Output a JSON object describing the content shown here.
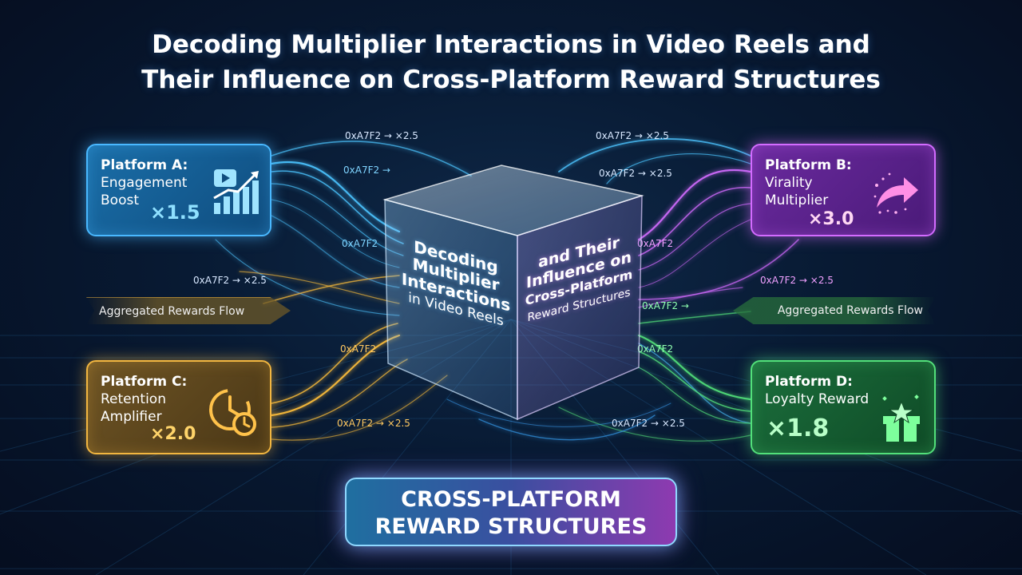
{
  "title": {
    "line1": "Decoding Multiplier Interactions in Video Reels and",
    "line2": "Their Influence on Cross-Platform Reward Structures"
  },
  "platforms": {
    "a": {
      "name": "Platform A:",
      "line1": "Engagement",
      "line2": "Boost",
      "multiplier": "×1.5",
      "icon": "video-growth-chart-icon",
      "color": "#49b8ff"
    },
    "b": {
      "name": "Platform B:",
      "line1": "Virality",
      "line2": "Multiplier",
      "multiplier": "×3.0",
      "icon": "share-arrow-icon",
      "color": "#d36bff"
    },
    "c": {
      "name": "Platform C:",
      "line1": "Retention",
      "line2": "Amplifier",
      "multiplier": "×2.0",
      "icon": "clock-timer-icon",
      "color": "#f2b640"
    },
    "d": {
      "name": "Platform D:",
      "line1": "Loyalty Reward",
      "multiplier": "×1.8",
      "icon": "gift-star-icon",
      "color": "#52e07a"
    }
  },
  "flows": {
    "left": "Aggregated Rewards Flow",
    "right": "Aggregated Rewards Flow"
  },
  "codes": {
    "c1": "0xA7F2 → ×2.5",
    "c2": "0xA7F2 →",
    "c3": "0xA7F2",
    "c4": "0xA7F2 → ×2.5",
    "c5": "0xA7F2",
    "c6": "0xA7F2 → ×2.5",
    "c7": "0xA7F2 → ×2.5",
    "c8": "0xA7F2 → ×2.5",
    "c9": "0xA7F2",
    "c10": "0xA7F2 → ×2.5",
    "c11": "0xA7F2 →",
    "c12": "0xA7F2",
    "c13": "0xA7F2 → ×2.5"
  },
  "cube": {
    "left_line1": "Decoding",
    "left_line2": "Multiplier",
    "left_line3": "Interactions",
    "left_line4": "in Video Reels",
    "right_line1": "and Their",
    "right_line2": "Influence on",
    "right_line3": "Cross-Platform",
    "right_line4": "Reward Structures"
  },
  "footer": {
    "line1": "CROSS-PLATFORM",
    "line2": "REWARD STRUCTURES"
  }
}
